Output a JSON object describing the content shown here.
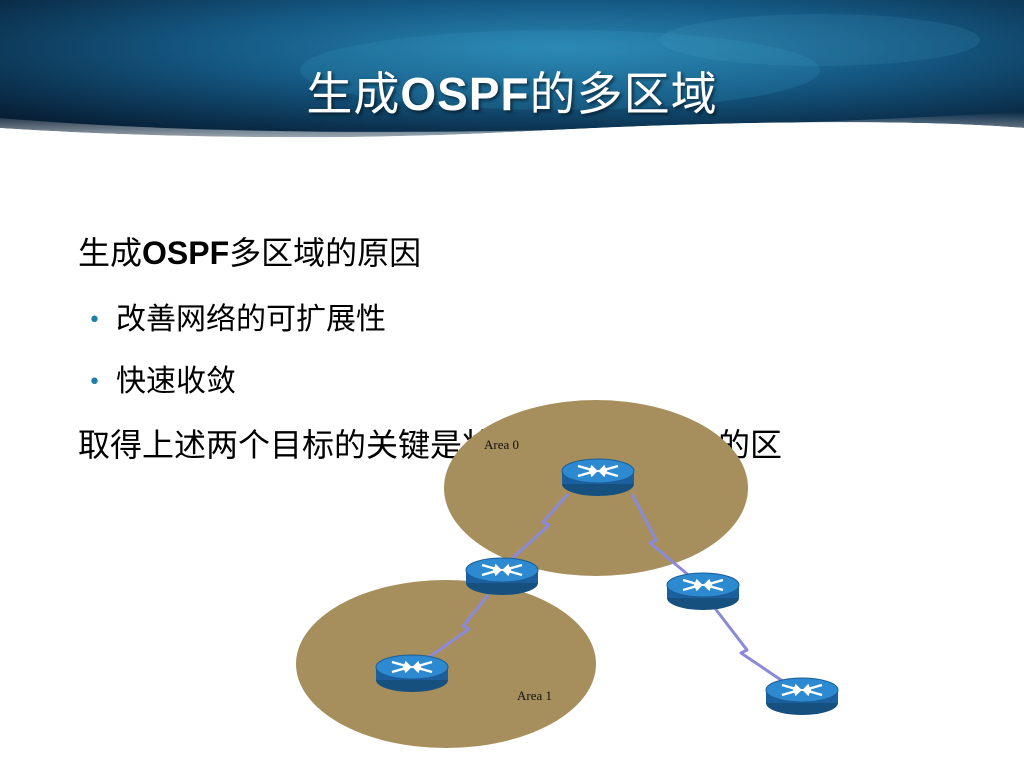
{
  "slide": {
    "title_prefix": "生成",
    "title_bold": "OSPF",
    "title_suffix": "的多区域",
    "heading_prefix": "生成",
    "heading_bold": "OSPF",
    "heading_suffix": "多区域的原因",
    "bullets": [
      "改善网络的可扩展性",
      "快速收敛"
    ],
    "conclusion": "取得上述两个目标的关键是将网络划分成更小的区"
  },
  "diagram": {
    "areas": [
      {
        "label": "Area 0"
      },
      {
        "label": "Area 1"
      }
    ],
    "colors": {
      "area_fill": "#a68f5c",
      "router_top": "#2b7fc6",
      "router_side": "#1c5f9e",
      "link": "#8a8ad8",
      "bullet": "#1f7fa7",
      "header_dark": "#0b2a45",
      "header_mid": "#1f6d96"
    }
  }
}
